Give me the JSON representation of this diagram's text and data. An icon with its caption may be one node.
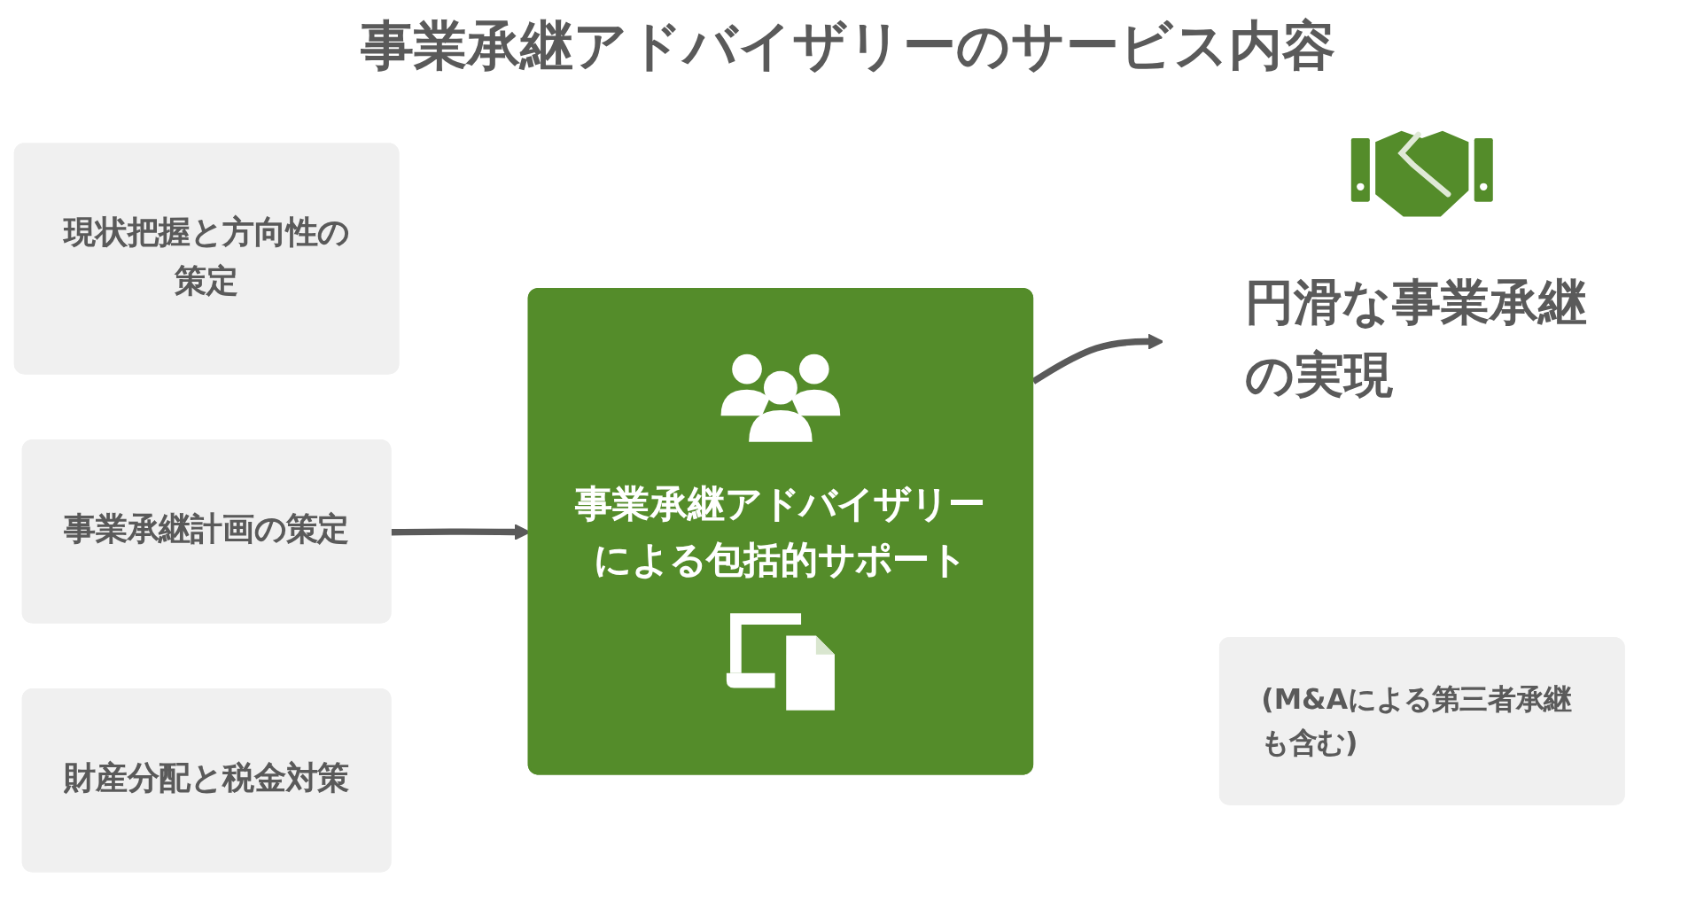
{
  "diagram": {
    "title": "事業承継アドバイザリーのサービス内容",
    "nodes": [
      {
        "text": [
          "現状把握と方向性の策定"
        ]
      },
      {
        "text": [
          "事業承継計画の策定"
        ]
      },
      {
        "text": [
          "財産分配と税金対策"
        ]
      },
      {
        "text": [
          "事業承継アドバイザリーによる包括的サポート"
        ]
      },
      {
        "text": [
          "円滑な事業承継の実現"
        ]
      },
      {
        "text": [
          "(M&Aによる第三者承継も含む)"
        ]
      }
    ],
    "edges": [
      {
        "from": 1,
        "to": 3,
        "arrow": "to"
      },
      {
        "from": 3,
        "to": 4,
        "arrow": "to"
      }
    ]
  }
}
